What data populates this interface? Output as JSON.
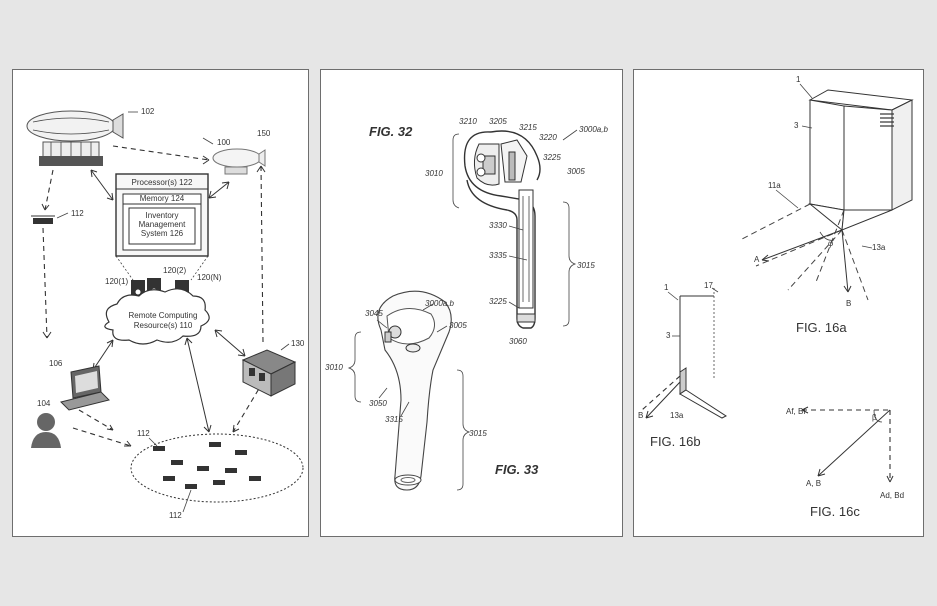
{
  "panel1": {
    "ref_100": "100",
    "ref_102": "102",
    "ref_150": "150",
    "ref_112_left": "112",
    "processor": "Processor(s) 122",
    "memory": "Memory 124",
    "inventory_line1": "Inventory",
    "inventory_line2": "Management",
    "inventory_line3": "System 126",
    "ref_120_2": "120(2)",
    "ref_120_1": "120(1)",
    "ref_120_n": "120(N)",
    "remote_line1": "Remote Computing",
    "remote_line2": "Resource(s) 110",
    "ref_130": "130",
    "ref_106": "106",
    "ref_104": "104",
    "ref_112_top": "112",
    "ref_112_bottom": "112"
  },
  "panel2": {
    "fig32": "FIG. 32",
    "fig33": "FIG. 33",
    "r3210": "3210",
    "r3205": "3205",
    "r3215": "3215",
    "r3220": "3220",
    "r3000_top": "3000a,b",
    "r3225_top": "3225",
    "r3005_top": "3005",
    "r3010_top": "3010",
    "r3330": "3330",
    "r3335": "3335",
    "r3015_top": "3015",
    "r3225_bottom": "3225",
    "r3060": "3060",
    "r3000_bottom": "3000a,b",
    "r3045": "3045",
    "r3005_bottom": "3005",
    "r3010_bottom": "3010",
    "r3050": "3050",
    "r3315": "3315",
    "r3015_bottom": "3015"
  },
  "panel3": {
    "r1_top": "1",
    "r3_top": "3",
    "r11a": "11a",
    "phi": "φ",
    "rA": "A",
    "rB": "B",
    "r13a_top": "13a",
    "fig16a": "FIG. 16a",
    "r1_mid": "1",
    "r17": "17",
    "r3_mid": "3",
    "rB_mid": "B",
    "r13a_mid": "13a",
    "fig16b": "FIG. 16b",
    "rAfBf": "Af, Bf",
    "beta": "β",
    "rAB": "A, B",
    "rAdBd": "Ad, Bd",
    "fig16c": "FIG. 16c"
  }
}
